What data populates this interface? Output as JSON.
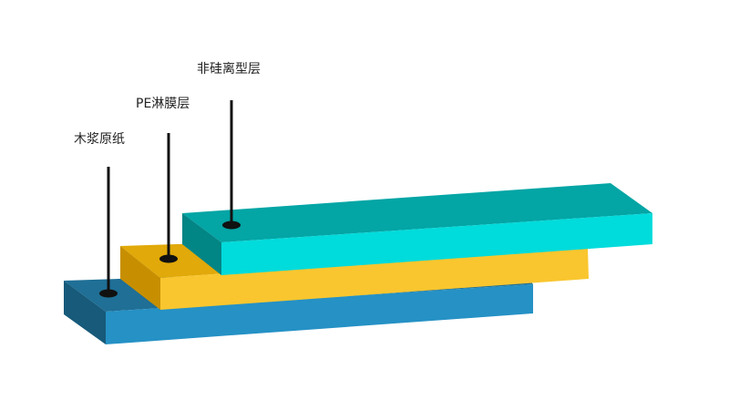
{
  "layers": [
    {
      "id": "wood-pulp",
      "label": "木浆原纸",
      "colors": {
        "top": "#1f6f96",
        "left": "#175a7a",
        "front": "#2591c5"
      }
    },
    {
      "id": "pe-coating",
      "label": "PE淋膜层",
      "colors": {
        "top": "#e1a909",
        "left": "#c78f00",
        "front": "#f9c62f"
      }
    },
    {
      "id": "non-silicone-release",
      "label": "非硅离型层",
      "colors": {
        "top": "#03a5a5",
        "left": "#028585",
        "front": "#00dbdb"
      }
    }
  ],
  "pointer_color": "#111111"
}
